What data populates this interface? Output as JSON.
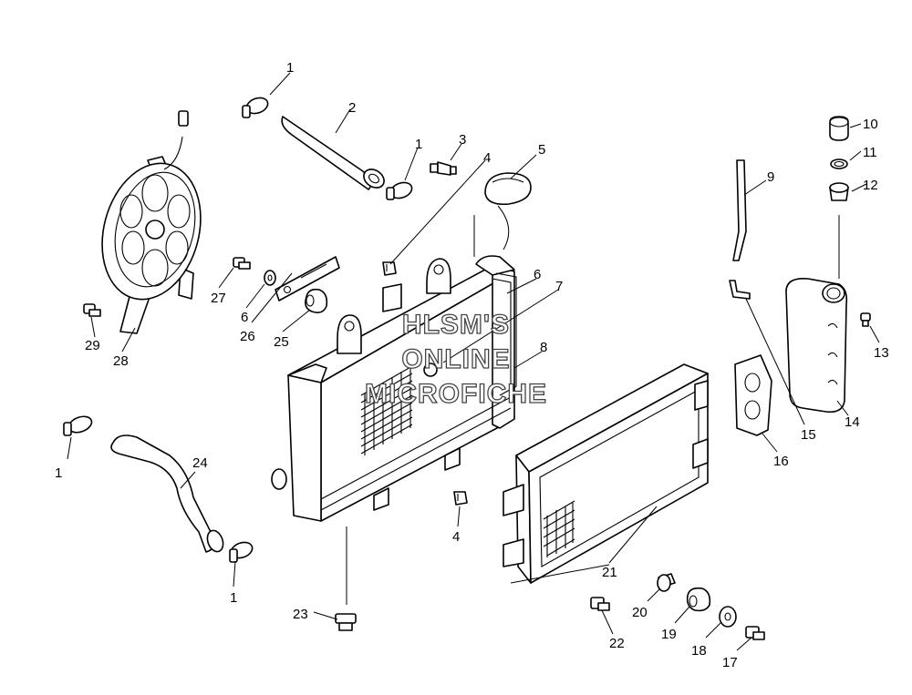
{
  "watermark": {
    "line1": "HLSM'S",
    "line2": "ONLINE",
    "line3": "MICROFICHE"
  },
  "parts": [
    {
      "id": "p1a",
      "label": "1",
      "name": "hose-clamp"
    },
    {
      "id": "p2",
      "label": "2",
      "name": "upper-hose"
    },
    {
      "id": "p1b",
      "label": "1",
      "name": "hose-clamp"
    },
    {
      "id": "p3",
      "label": "3",
      "name": "temperature-switch"
    },
    {
      "id": "p4a",
      "label": "4",
      "name": "clip"
    },
    {
      "id": "p5",
      "label": "5",
      "name": "radiator-cap"
    },
    {
      "id": "p6a",
      "label": "6",
      "name": "washer"
    },
    {
      "id": "p7",
      "label": "7",
      "name": "seal"
    },
    {
      "id": "p8",
      "label": "8",
      "name": "radiator"
    },
    {
      "id": "p9",
      "label": "9",
      "name": "overflow-tube"
    },
    {
      "id": "p10",
      "label": "10",
      "name": "reservoir-cap"
    },
    {
      "id": "p11",
      "label": "11",
      "name": "o-ring"
    },
    {
      "id": "p12",
      "label": "12",
      "name": "reservoir-neck"
    },
    {
      "id": "p13",
      "label": "13",
      "name": "screw"
    },
    {
      "id": "p14",
      "label": "14",
      "name": "coolant-reservoir"
    },
    {
      "id": "p15",
      "label": "15",
      "name": "elbow-fitting"
    },
    {
      "id": "p16",
      "label": "16",
      "name": "reservoir-bracket"
    },
    {
      "id": "p17",
      "label": "17",
      "name": "bolt"
    },
    {
      "id": "p18",
      "label": "18",
      "name": "washer"
    },
    {
      "id": "p19",
      "label": "19",
      "name": "grommet"
    },
    {
      "id": "p20",
      "label": "20",
      "name": "bushing"
    },
    {
      "id": "p21",
      "label": "21",
      "name": "radiator-screen"
    },
    {
      "id": "p22",
      "label": "22",
      "name": "bolt"
    },
    {
      "id": "p23",
      "label": "23",
      "name": "drain-plug"
    },
    {
      "id": "p24",
      "label": "24",
      "name": "lower-hose"
    },
    {
      "id": "p1c",
      "label": "1",
      "name": "hose-clamp"
    },
    {
      "id": "p1d",
      "label": "1",
      "name": "hose-clamp"
    },
    {
      "id": "p4b",
      "label": "4",
      "name": "clip"
    },
    {
      "id": "p25",
      "label": "25",
      "name": "grommet"
    },
    {
      "id": "p26",
      "label": "26",
      "name": "bracket"
    },
    {
      "id": "p6b",
      "label": "6",
      "name": "washer"
    },
    {
      "id": "p27",
      "label": "27",
      "name": "bolt"
    },
    {
      "id": "p28",
      "label": "28",
      "name": "cooling-fan"
    },
    {
      "id": "p29",
      "label": "29",
      "name": "bolt"
    }
  ]
}
